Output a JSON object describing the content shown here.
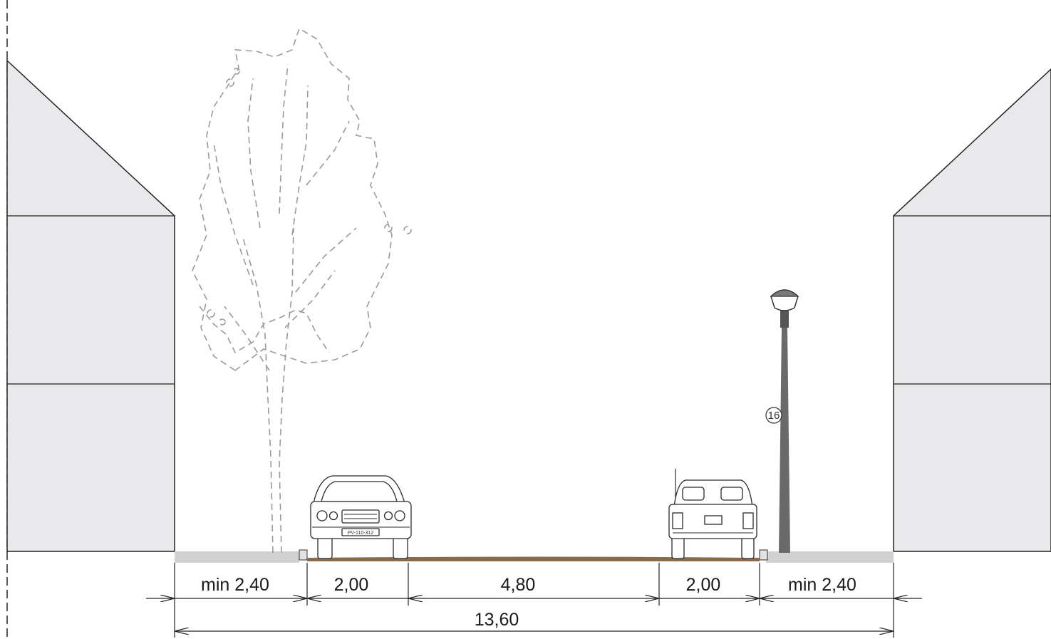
{
  "cross_section": {
    "segments": [
      {
        "id": "sidewalk-left",
        "label": "min 2,40"
      },
      {
        "id": "parking-left",
        "label": "2,00"
      },
      {
        "id": "carriageway",
        "label": "4,80"
      },
      {
        "id": "parking-right",
        "label": "2,00"
      },
      {
        "id": "sidewalk-right",
        "label": "min 2,40"
      }
    ],
    "total_width_label": "13,60",
    "lamp_tag": "16",
    "license_plate": "PV-110-312"
  },
  "colors": {
    "building_fill": "#e9e9eb",
    "pavement": "#d2d2d2",
    "road_surface": "#8b6b4e",
    "lamp": "#6a6a6a",
    "tree_outline": "#9a9a9a"
  }
}
